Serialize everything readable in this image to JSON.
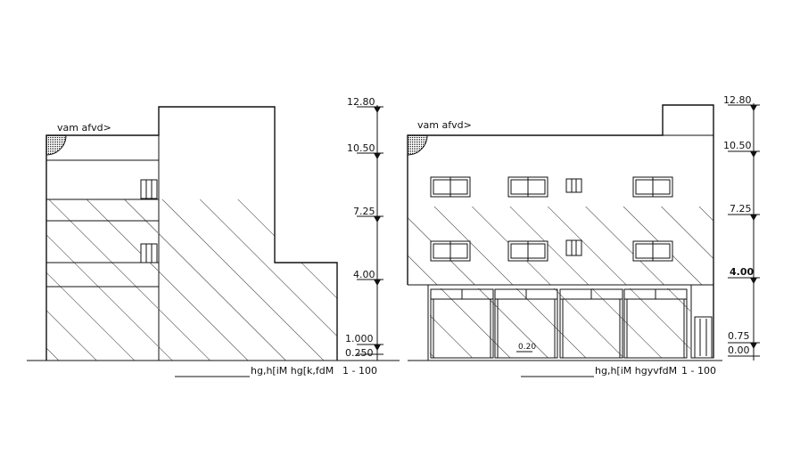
{
  "left_elevation": {
    "roof_note": "vam  afvd>",
    "title": "hg,h[iM   hg[k,fdM",
    "scale": "1   -   100",
    "levels": [
      "12.80",
      "10.50",
      "7.25",
      "4.00",
      "1.000",
      "0.250"
    ]
  },
  "right_elevation": {
    "roof_note": "vam  afvd>",
    "title": "hg,h[iM   hgyvfdM",
    "scale": "1   -   100",
    "levels": [
      "12.80",
      "10.50",
      "7.25",
      "4.00",
      "0.75",
      "0.00"
    ],
    "door_height_note": "0.20"
  },
  "colors": {
    "ink": "#111111",
    "background": "#ffffff"
  },
  "hatch": "diagonal-lines"
}
